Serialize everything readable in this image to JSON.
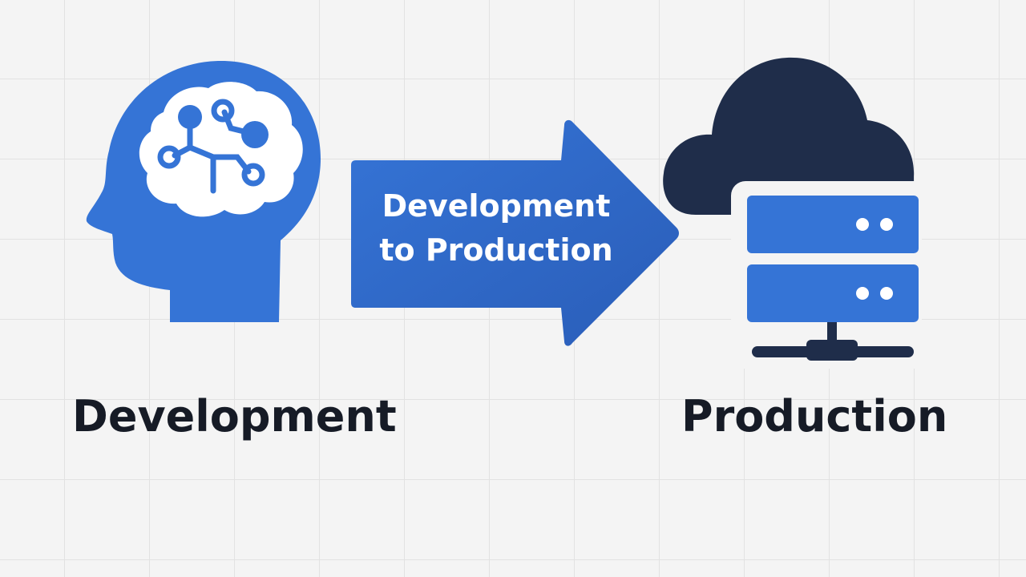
{
  "diagram": {
    "arrow": {
      "line1": "Development",
      "line2": "to Production"
    },
    "left_node": {
      "caption": "Development",
      "icon": "brain-head-icon"
    },
    "right_node": {
      "caption": "Production",
      "icon": "cloud-server-icon"
    }
  },
  "colors": {
    "primary_blue": "#3574d6",
    "arrow_blue": "#2f66c4",
    "navy": "#1f2d4a",
    "caption_text": "#161b26",
    "background": "#f4f4f4"
  }
}
